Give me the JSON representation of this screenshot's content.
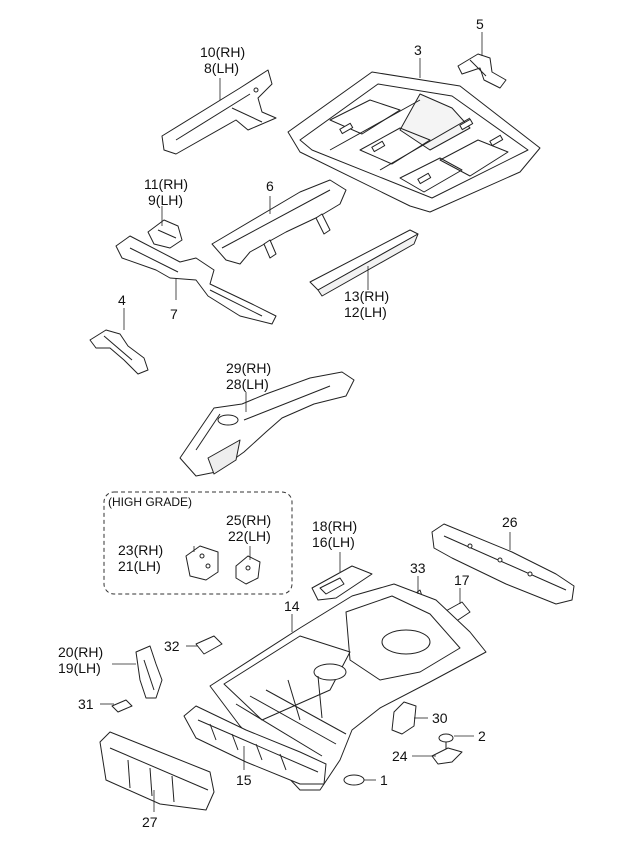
{
  "high_grade_box_label": "(HIGH GRADE)",
  "callouts": {
    "p1": "1",
    "p2": "2",
    "p3": "3",
    "p4": "4",
    "p5": "5",
    "p6": "6",
    "p7": "7",
    "p8": "8(LH)",
    "p9": "9(LH)",
    "p10": "10(RH)",
    "p11": "11(RH)",
    "p12": "12(LH)",
    "p13": "13(RH)",
    "p14": "14",
    "p15": "15",
    "p16": "16(LH)",
    "p17": "17",
    "p18": "18(RH)",
    "p19": "19(LH)",
    "p20": "20(RH)",
    "p21": "21(LH)",
    "p22": "22(LH)",
    "p23": "23(RH)",
    "p24": "24",
    "p25": "25(RH)",
    "p26": "26",
    "p27": "27",
    "p28": "28(LH)",
    "p29": "29(RH)",
    "p30": "30",
    "p31": "31",
    "p32": "32",
    "p33": "33"
  }
}
